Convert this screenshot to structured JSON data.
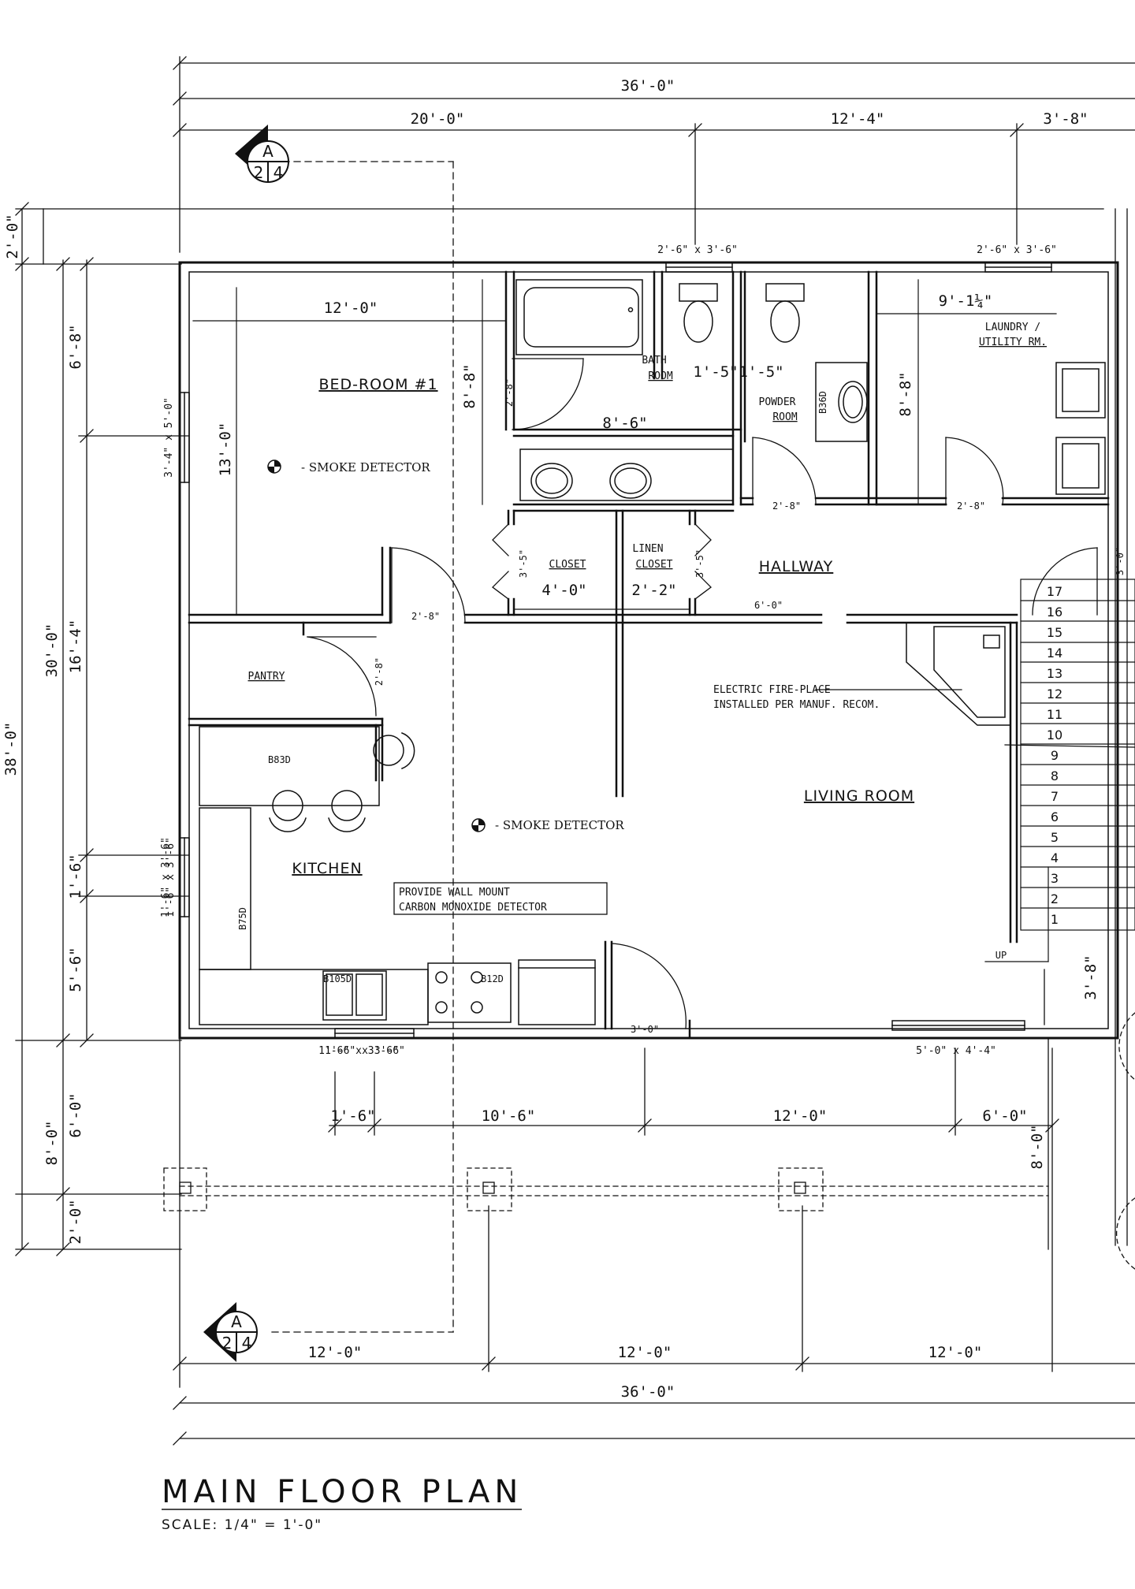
{
  "title": "MAIN FLOOR PLAN",
  "scale": "SCALE: 1/4\" = 1'-0\"",
  "section_marker": {
    "letter": "A",
    "left": "2",
    "right": "4"
  },
  "dims_top": {
    "overall": "36'-0\"",
    "d1": "20'-0\"",
    "d2": "12'-4\"",
    "d3": "3'-8\""
  },
  "dims_bottom": {
    "overall": "36'-0\"",
    "d1": "12'-0\"",
    "d2": "12'-0\"",
    "d3": "12'-0\"",
    "p1": "1'-6\"",
    "p2": "10'-6\"",
    "p3": "12'-0\"",
    "p4": "6'-0\""
  },
  "dims_left": {
    "overall": "38'-0\"",
    "house": "30'-0\"",
    "top_ext": "2'-0\"",
    "bottom_ext": "2'-0\"",
    "porch": "8'-0\"",
    "porch2": "6'-0\"",
    "seg1": "6'-8\"",
    "seg2": "16'-4\"",
    "seg3": "1'-6\"",
    "seg4": "5'-6\""
  },
  "dims_right": {
    "porch": "8'-0\"",
    "stair": "3'-8\"",
    "door": "3'-0\""
  },
  "interior_dims": {
    "bed_w": "12'-0\"",
    "bed_h": "13'-0\"",
    "bath_h": "8'-8\"",
    "bath_w": "8'-6\"",
    "toilet1": "1'-5\"",
    "toilet2": "1'-5\"",
    "laundry_w": "9'-1¼\"",
    "laundry_h": "8'-8\"",
    "closet_w": "4'-0\"",
    "linen_w": "2'-2\"",
    "closet_h": "3'-5\"",
    "linen_h": "3'-5\"",
    "door_bed": "2'-8\"",
    "door_bath": "2'-8\"",
    "door_powder": "2'-8\"",
    "door_laundry": "2'-8\"",
    "door_pantry": "2'-8\"",
    "door_front": "3'-0\"",
    "hall_w": "6'-0\""
  },
  "windows": {
    "bath": "2'-6\" x 3'-6\"",
    "laundry": "2'-6\" x 3'-6\"",
    "bed": "3'-4\" x 5'-0\"",
    "kitchen_left": "1'-6\" x 3'-6\"",
    "kitchen_left_overlap": "1'-6\" x 3'-6\"",
    "kitchen_bottom": "1'-6\" x 3'-6\"",
    "kitchen_bottom_overlap": "1'-6\" x 3'-6\"",
    "living": "5'-0\" x 4'-4\""
  },
  "rooms": {
    "bedroom": "BED-ROOM #1",
    "bath": "BATH",
    "bath2": "ROOM",
    "powder": "POWDER",
    "powder2": "ROOM",
    "laundry": "LAUNDRY /",
    "laundry2": "UTILITY RM.",
    "closet": "CLOSET",
    "linen": "LINEN",
    "linen2": "CLOSET",
    "hallway": "HALLWAY",
    "pantry": "PANTRY",
    "living": "LIVING ROOM",
    "kitchen": "KITCHEN"
  },
  "notes": {
    "smoke1": "- SMOKE DETECTOR",
    "smoke2": "- SMOKE DETECTOR",
    "fire1": "ELECTRIC FIRE-PLACE",
    "fire2": "INSTALLED PER MANUF. RECOM.",
    "co1": "PROVIDE WALL MOUNT",
    "co2": "CARBON MONOXIDE DETECTOR"
  },
  "cabinets": {
    "b83": "B83D",
    "b75": "B75D",
    "b105": "B105D",
    "b12": "B12D",
    "b36": "B36D"
  },
  "stairs": {
    "up": "UP",
    "steps": [
      "1",
      "2",
      "3",
      "4",
      "5",
      "6",
      "7",
      "8",
      "9",
      "10",
      "11",
      "12",
      "13",
      "14",
      "15",
      "16",
      "17"
    ]
  }
}
